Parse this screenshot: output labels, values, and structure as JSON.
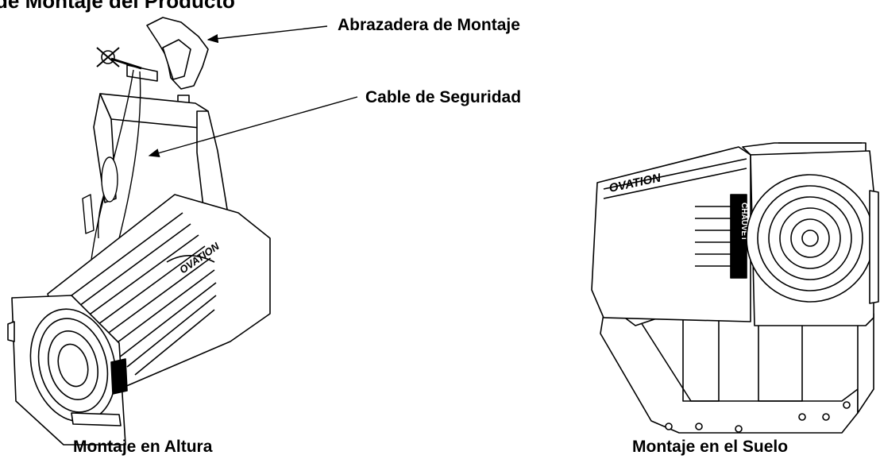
{
  "heading": {
    "title": "de Montaje del Producto"
  },
  "callouts": {
    "clamp": "Abrazadera de Montaje",
    "safety_cable": "Cable de Seguridad"
  },
  "captions": {
    "hanging": "Montaje en Altura",
    "floor": "Montaje en el Suelo"
  },
  "branding": {
    "fixture_brand": "OVATION",
    "manufacturer": "CHAUVET"
  }
}
